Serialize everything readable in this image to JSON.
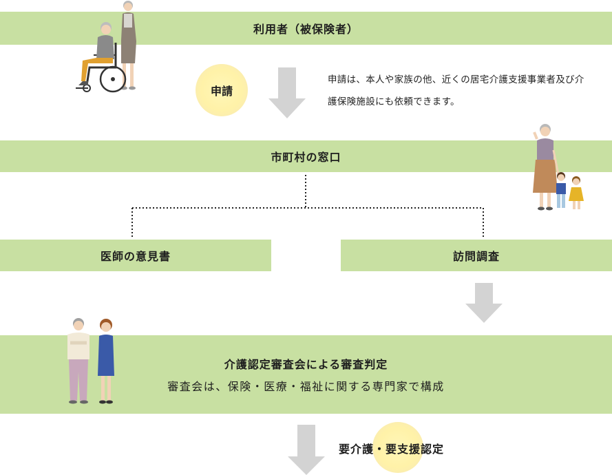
{
  "bands": {
    "user": "利用者（被保険者）",
    "municipality": "市町村の窓口",
    "doctor": "医師の意見書",
    "visit": "訪問調査",
    "committee_title": "介護認定審査会による審査判定",
    "committee_sub": "審査会は、保険・医療・福祉に関する専門家で構成"
  },
  "bubbles": {
    "apply": "申請"
  },
  "notes": {
    "apply_line1": "申請は、本人や家族の他、近くの居宅介護支援事業者及び介",
    "apply_line2": "護保険施設にも依頼できます。"
  },
  "result": {
    "label": "要介護・要支援認定"
  },
  "colors": {
    "band": "#c8e0a2",
    "arrow": "#d3d3d3",
    "bubble": "#fff2a8"
  }
}
